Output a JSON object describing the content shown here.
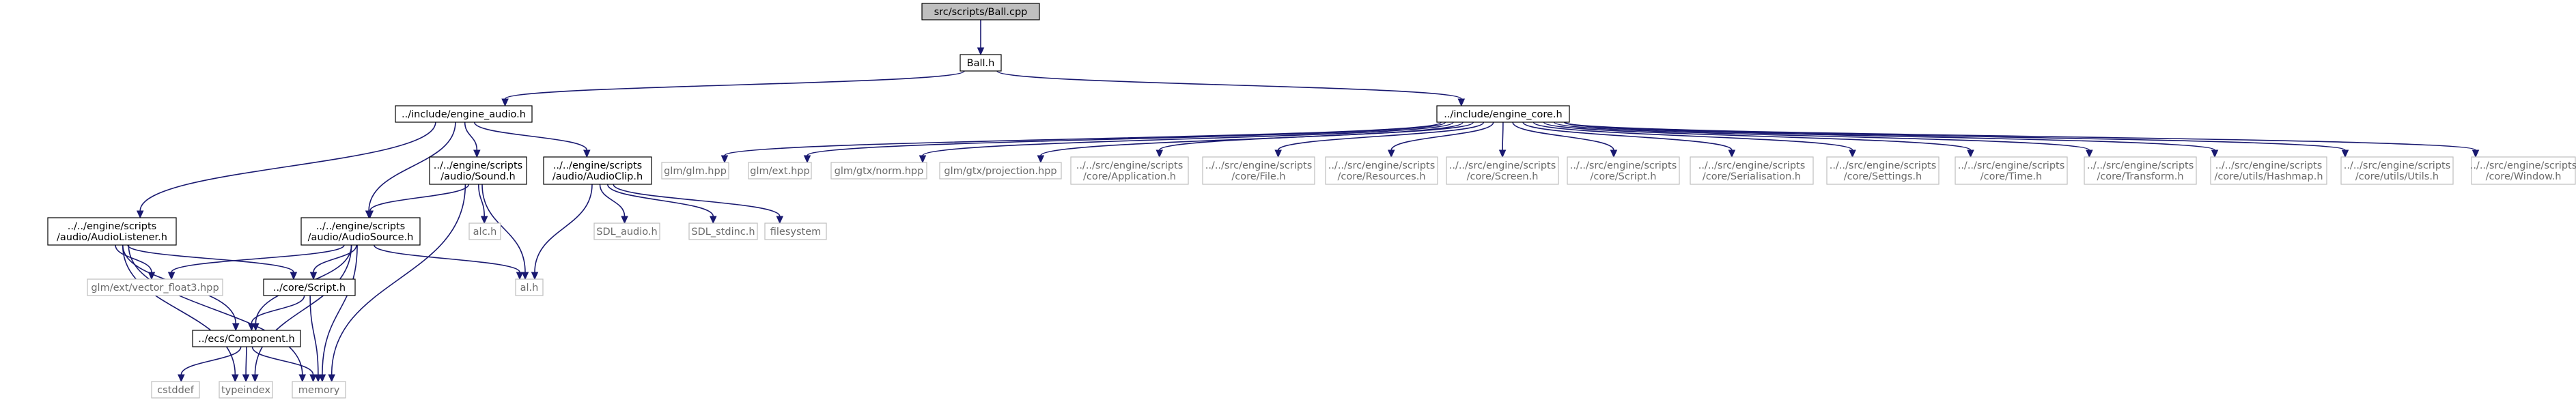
{
  "diagram": {
    "title_node": "src/scripts/Ball.cpp",
    "colors": {
      "edge": "#191970",
      "root_fill": "#bfbfbf",
      "node_border": "#000000",
      "external_border": "#bfbfbf",
      "background": "#ffffff"
    },
    "nodes": [
      {
        "id": "ball_cpp",
        "lines": [
          "src/scripts/Ball.cpp"
        ],
        "style": "root"
      },
      {
        "id": "ball_h",
        "lines": [
          "Ball.h"
        ],
        "style": "normal"
      },
      {
        "id": "engine_audio",
        "lines": [
          "../include/engine_audio.h"
        ],
        "style": "normal"
      },
      {
        "id": "engine_core",
        "lines": [
          "../include/engine_core.h"
        ],
        "style": "normal"
      },
      {
        "id": "audio_listener",
        "lines": [
          "../../engine/scripts",
          "/audio/AudioListener.h"
        ],
        "style": "normal"
      },
      {
        "id": "audio_source",
        "lines": [
          "../../engine/scripts",
          "/audio/AudioSource.h"
        ],
        "style": "normal"
      },
      {
        "id": "audio_sound",
        "lines": [
          "../../engine/scripts",
          "/audio/Sound.h"
        ],
        "style": "normal"
      },
      {
        "id": "audio_clip",
        "lines": [
          "../../engine/scripts",
          "/audio/AudioClip.h"
        ],
        "style": "normal"
      },
      {
        "id": "core_script",
        "lines": [
          "../core/Script.h"
        ],
        "style": "normal"
      },
      {
        "id": "ecs_component",
        "lines": [
          "../ecs/Component.h"
        ],
        "style": "normal"
      },
      {
        "id": "vector_float3",
        "lines": [
          "glm/ext/vector_float3.hpp"
        ],
        "style": "external"
      },
      {
        "id": "alc_h",
        "lines": [
          "alc.h"
        ],
        "style": "external"
      },
      {
        "id": "al_h",
        "lines": [
          "al.h"
        ],
        "style": "external"
      },
      {
        "id": "sdl_audio",
        "lines": [
          "SDL_audio.h"
        ],
        "style": "external"
      },
      {
        "id": "sdl_stdinc",
        "lines": [
          "SDL_stdinc.h"
        ],
        "style": "external"
      },
      {
        "id": "filesystem",
        "lines": [
          "filesystem"
        ],
        "style": "external"
      },
      {
        "id": "cstddef",
        "lines": [
          "cstddef"
        ],
        "style": "external"
      },
      {
        "id": "typeindex",
        "lines": [
          "typeindex"
        ],
        "style": "external"
      },
      {
        "id": "memory",
        "lines": [
          "memory"
        ],
        "style": "external"
      },
      {
        "id": "glm_glm",
        "lines": [
          "glm/glm.hpp"
        ],
        "style": "external"
      },
      {
        "id": "glm_ext",
        "lines": [
          "glm/ext.hpp"
        ],
        "style": "external"
      },
      {
        "id": "glm_norm",
        "lines": [
          "glm/gtx/norm.hpp"
        ],
        "style": "external"
      },
      {
        "id": "glm_projection",
        "lines": [
          "glm/gtx/projection.hpp"
        ],
        "style": "external"
      },
      {
        "id": "core_application",
        "lines": [
          "../../src/engine/scripts",
          "/core/Application.h"
        ],
        "style": "external"
      },
      {
        "id": "core_file",
        "lines": [
          "../../src/engine/scripts",
          "/core/File.h"
        ],
        "style": "external"
      },
      {
        "id": "core_resources",
        "lines": [
          "../../src/engine/scripts",
          "/core/Resources.h"
        ],
        "style": "external"
      },
      {
        "id": "core_screen",
        "lines": [
          "../../src/engine/scripts",
          "/core/Screen.h"
        ],
        "style": "external"
      },
      {
        "id": "core_script_src",
        "lines": [
          "../../src/engine/scripts",
          "/core/Script.h"
        ],
        "style": "external"
      },
      {
        "id": "core_serialisation",
        "lines": [
          "../../src/engine/scripts",
          "/core/Serialisation.h"
        ],
        "style": "external"
      },
      {
        "id": "core_settings",
        "lines": [
          "../../src/engine/scripts",
          "/core/Settings.h"
        ],
        "style": "external"
      },
      {
        "id": "core_time",
        "lines": [
          "../../src/engine/scripts",
          "/core/Time.h"
        ],
        "style": "external"
      },
      {
        "id": "core_transform",
        "lines": [
          "../../src/engine/scripts",
          "/core/Transform.h"
        ],
        "style": "external"
      },
      {
        "id": "core_hashmap",
        "lines": [
          "../../src/engine/scripts",
          "/core/utils/Hashmap.h"
        ],
        "style": "external"
      },
      {
        "id": "core_utils",
        "lines": [
          "../../src/engine/scripts",
          "/core/utils/Utils.h"
        ],
        "style": "external"
      },
      {
        "id": "core_window",
        "lines": [
          "../../src/engine/scripts",
          "/core/Window.h"
        ],
        "style": "external"
      }
    ],
    "edges": [
      [
        "ball_cpp",
        "ball_h"
      ],
      [
        "ball_h",
        "engine_audio"
      ],
      [
        "ball_h",
        "engine_core"
      ],
      [
        "engine_audio",
        "audio_listener"
      ],
      [
        "engine_audio",
        "audio_source"
      ],
      [
        "engine_audio",
        "audio_sound"
      ],
      [
        "engine_audio",
        "audio_clip"
      ],
      [
        "audio_listener",
        "vector_float3"
      ],
      [
        "audio_listener",
        "core_script"
      ],
      [
        "audio_listener",
        "ecs_component"
      ],
      [
        "audio_listener",
        "typeindex"
      ],
      [
        "audio_listener",
        "memory"
      ],
      [
        "audio_source",
        "vector_float3"
      ],
      [
        "audio_source",
        "core_script"
      ],
      [
        "audio_source",
        "ecs_component"
      ],
      [
        "audio_source",
        "al_h"
      ],
      [
        "audio_source",
        "typeindex"
      ],
      [
        "audio_source",
        "memory"
      ],
      [
        "audio_sound",
        "audio_source"
      ],
      [
        "audio_sound",
        "alc_h"
      ],
      [
        "audio_sound",
        "al_h"
      ],
      [
        "audio_sound",
        "memory"
      ],
      [
        "audio_clip",
        "al_h"
      ],
      [
        "audio_clip",
        "sdl_audio"
      ],
      [
        "audio_clip",
        "sdl_stdinc"
      ],
      [
        "audio_clip",
        "filesystem"
      ],
      [
        "core_script",
        "ecs_component"
      ],
      [
        "core_script",
        "memory"
      ],
      [
        "ecs_component",
        "cstddef"
      ],
      [
        "ecs_component",
        "typeindex"
      ],
      [
        "ecs_component",
        "memory"
      ],
      [
        "engine_core",
        "glm_glm"
      ],
      [
        "engine_core",
        "glm_ext"
      ],
      [
        "engine_core",
        "glm_norm"
      ],
      [
        "engine_core",
        "glm_projection"
      ],
      [
        "engine_core",
        "core_application"
      ],
      [
        "engine_core",
        "core_file"
      ],
      [
        "engine_core",
        "core_resources"
      ],
      [
        "engine_core",
        "core_screen"
      ],
      [
        "engine_core",
        "core_script_src"
      ],
      [
        "engine_core",
        "core_serialisation"
      ],
      [
        "engine_core",
        "core_settings"
      ],
      [
        "engine_core",
        "core_time"
      ],
      [
        "engine_core",
        "core_transform"
      ],
      [
        "engine_core",
        "core_hashmap"
      ],
      [
        "engine_core",
        "core_utils"
      ],
      [
        "engine_core",
        "core_window"
      ]
    ]
  }
}
